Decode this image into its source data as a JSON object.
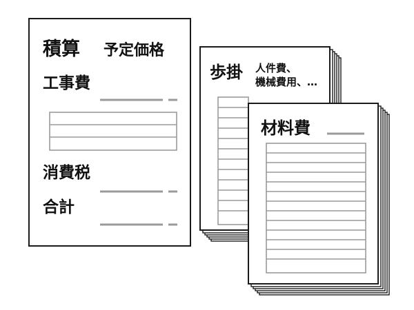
{
  "main_document": {
    "title": "積算",
    "title_sub": "予定価格",
    "construction_cost": "工事費",
    "consumption_tax": "消費税",
    "total": "合計"
  },
  "rate_document": {
    "title": "歩掛",
    "items_line1": "人件費、",
    "items_line2": "機械費用、…"
  },
  "material_document": {
    "title": "材料費"
  },
  "colors": {
    "outline": "#1a1a1a",
    "placeholder_grey": "#9a9a9a",
    "paper": "#ffffff"
  }
}
